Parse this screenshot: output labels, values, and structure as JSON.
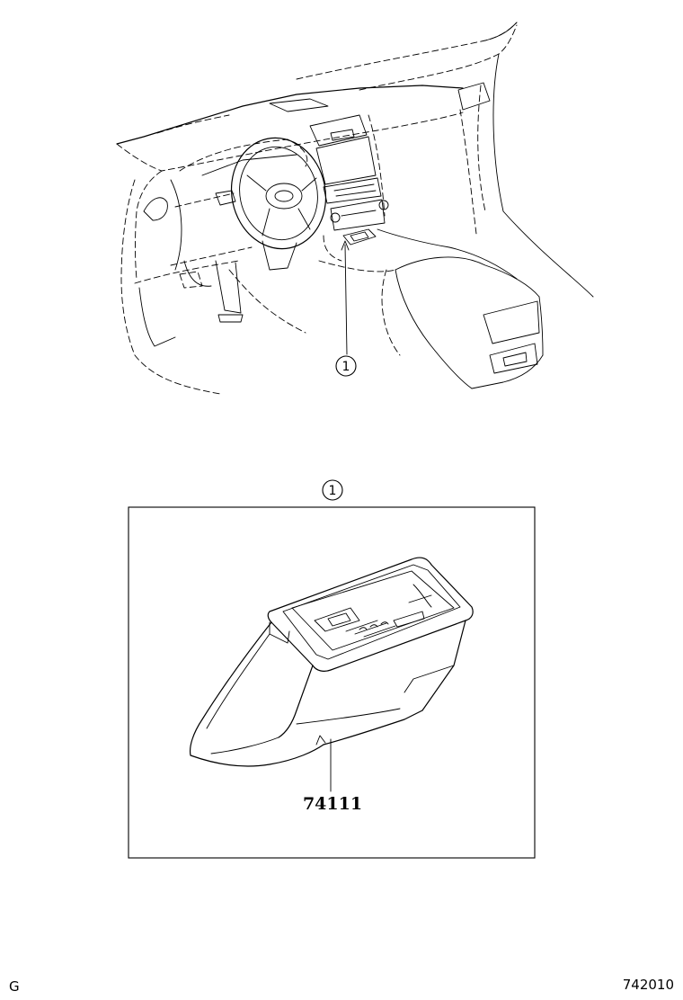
{
  "callouts": {
    "overview_ref": "1",
    "detail_ref": "1"
  },
  "part": {
    "number": "74111"
  },
  "footer": {
    "left_code": "G",
    "figure_number": "742010"
  }
}
